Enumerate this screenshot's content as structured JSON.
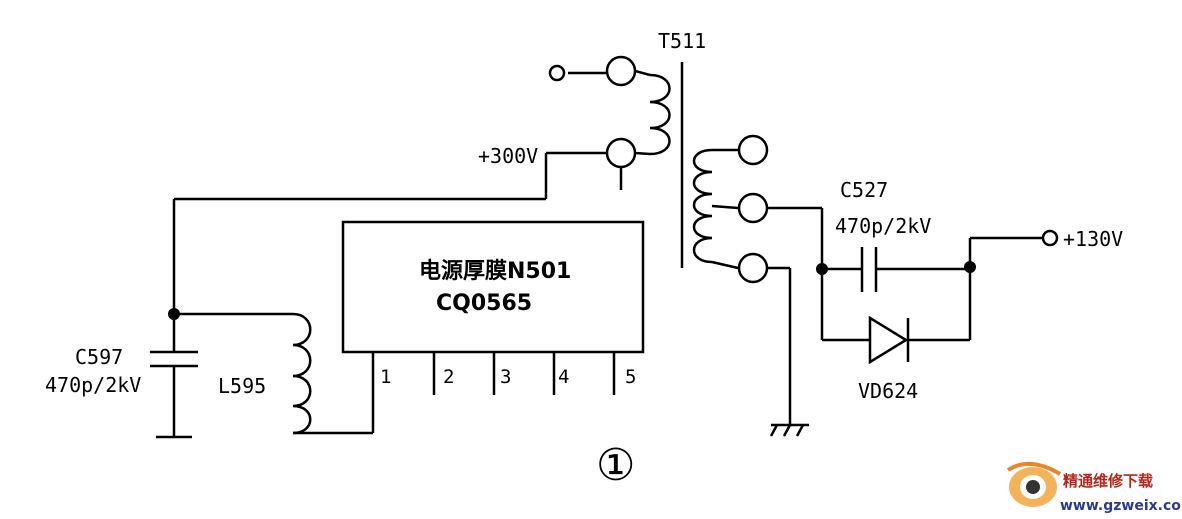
{
  "diagram": {
    "transformer": {
      "label": "T511"
    },
    "supply_in": {
      "label": "+300V"
    },
    "supply_out": {
      "label": "+130V"
    },
    "module": {
      "line1": "电源厚膜N501",
      "line2": "CQ0565",
      "pins": [
        "1",
        "2",
        "3",
        "4",
        "5"
      ]
    },
    "c597": {
      "name": "C597",
      "value": "470p/2kV"
    },
    "l595": {
      "name": "L595"
    },
    "c527": {
      "name": "C527",
      "value": "470p/2kV"
    },
    "vd624": {
      "name": "VD624"
    },
    "figure_number": "①"
  },
  "watermark": {
    "text_cn": "精通维修下载",
    "url": "www.gzweix.com"
  },
  "colors": {
    "line": "#000000",
    "watermark_red": "#b8261a",
    "watermark_blue": "#2d3a8c",
    "watermark_orange": "#e8862a"
  }
}
